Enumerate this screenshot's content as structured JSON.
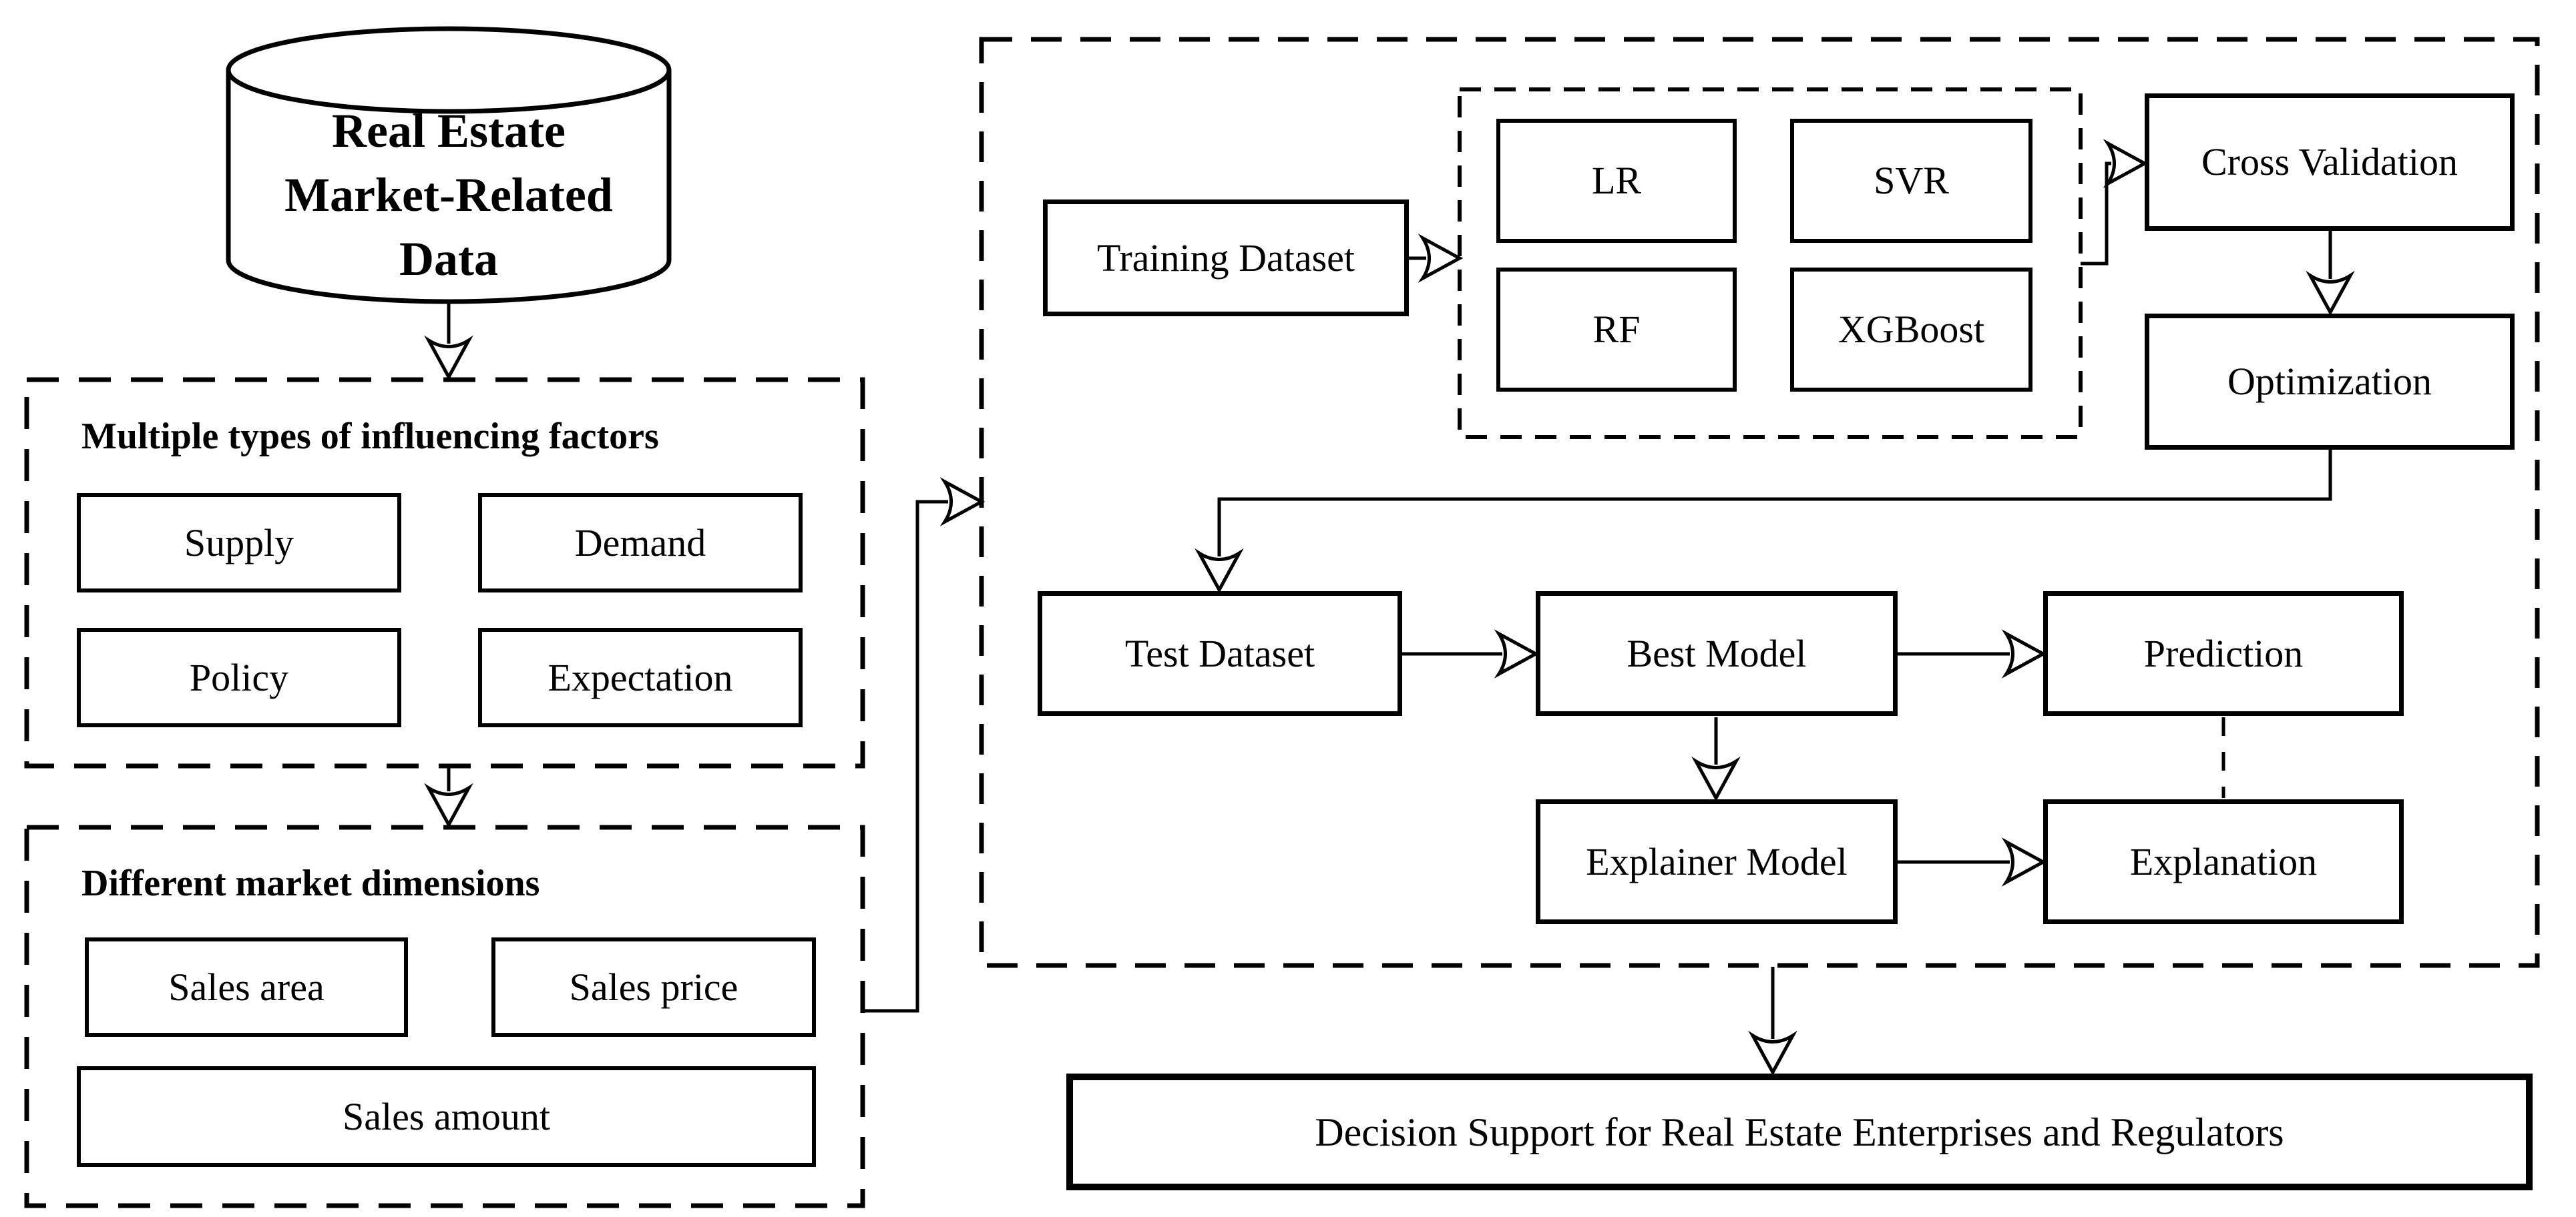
{
  "colors": {
    "ink": "#000000",
    "background": "#ffffff"
  },
  "cylinder": {
    "line1": "Real Estate",
    "line2": "Market-Related",
    "line3": "Data"
  },
  "factors_group": {
    "title": "Multiple types of influencing factors",
    "items": {
      "supply": "Supply",
      "demand": "Demand",
      "policy": "Policy",
      "expectation": "Expectation"
    }
  },
  "dimensions_group": {
    "title": "Different market dimensions",
    "items": {
      "sales_area": "Sales area",
      "sales_price": "Sales price",
      "sales_amount": "Sales amount"
    }
  },
  "pipeline": {
    "training_dataset": "Training Dataset",
    "models": {
      "lr": "LR",
      "svr": "SVR",
      "rf": "RF",
      "xgboost": "XGBoost"
    },
    "cross_validation": "Cross Validation",
    "optimization": "Optimization",
    "test_dataset": "Test Dataset",
    "best_model": "Best Model",
    "prediction": "Prediction",
    "explainer_model": "Explainer Model",
    "explanation": "Explanation"
  },
  "output": {
    "decision_support": "Decision Support for Real Estate Enterprises and Regulators"
  }
}
